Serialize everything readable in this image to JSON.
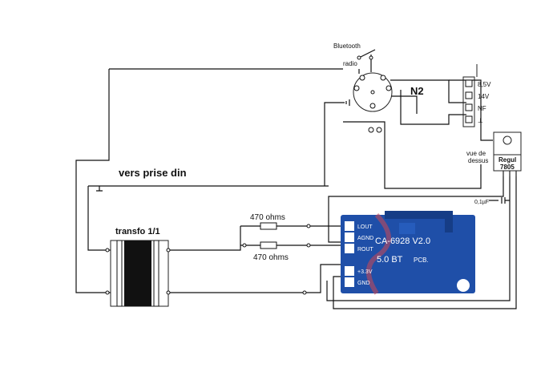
{
  "labels": {
    "bluetooth": "Bluetooth",
    "radio": "radio",
    "n2": "N2",
    "vers_prise_din": "vers prise din",
    "transfo": "transfo 1/1",
    "resistor_top": "470 ohms",
    "resistor_bottom": "470 ohms",
    "vue_de_dessus": "vue de dessus",
    "regul": "Regul 7805",
    "capacitor": "0,1µF"
  },
  "connector_pins": [
    "8,5V",
    "14V",
    "NF",
    "⊥"
  ],
  "module": {
    "pins": [
      "LOUT",
      "AGND",
      "ROUT",
      "+3.3V",
      "GND"
    ],
    "title": "CA-6928 V2.0",
    "subtitle": "5.0 BT",
    "pcb": "PCB."
  },
  "colors": {
    "pcb_blue": "#1f4fa8",
    "pcb_dark": "#163d86",
    "trace_red": "#c04a5a",
    "wire": "#111111"
  },
  "icons": {
    "ground": "ground-symbol-icon",
    "switch": "switch-icon",
    "din": "din-socket-icon"
  }
}
